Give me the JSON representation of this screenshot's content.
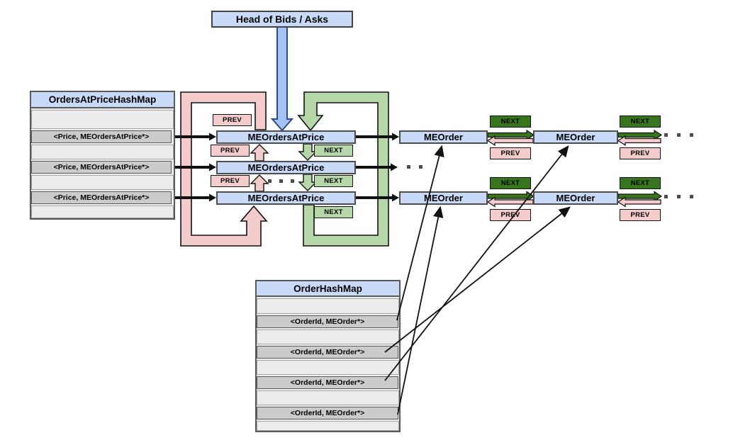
{
  "head_box": {
    "label": "Head of Bids / Asks"
  },
  "labels": {
    "prev": "PREV",
    "next": "NEXT"
  },
  "tables": {
    "orders_at_price": {
      "title": "OrdersAtPriceHashMap",
      "rows": [
        "<Price, MEOrdersAtPrice*>",
        "<Price, MEOrdersAtPrice*>",
        "<Price, MEOrdersAtPrice*>"
      ]
    },
    "order_hash": {
      "title": "OrderHashMap",
      "rows": [
        "<OrderId, MEOrder*>",
        "<OrderId, MEOrder*>",
        "<OrderId, MEOrder*>",
        "<OrderId, MEOrder*>"
      ]
    }
  },
  "nodes": {
    "price_levels": [
      "MEOrdersAtPrice",
      "MEOrdersAtPrice",
      "MEOrdersAtPrice"
    ],
    "orders": [
      "MEOrder",
      "MEOrder",
      "MEOrder",
      "MEOrder"
    ]
  },
  "colors": {
    "node_fill": "#c9daf8",
    "prev_pink": "#f4cccc",
    "next_light_green": "#b6d7a8",
    "next_dark_green": "#38761d",
    "head_arrow_blue": "#a4c2f4",
    "hash_row_gray": "#cbcbcb",
    "table_bg": "#eeeeee",
    "line_black": "#111111"
  }
}
